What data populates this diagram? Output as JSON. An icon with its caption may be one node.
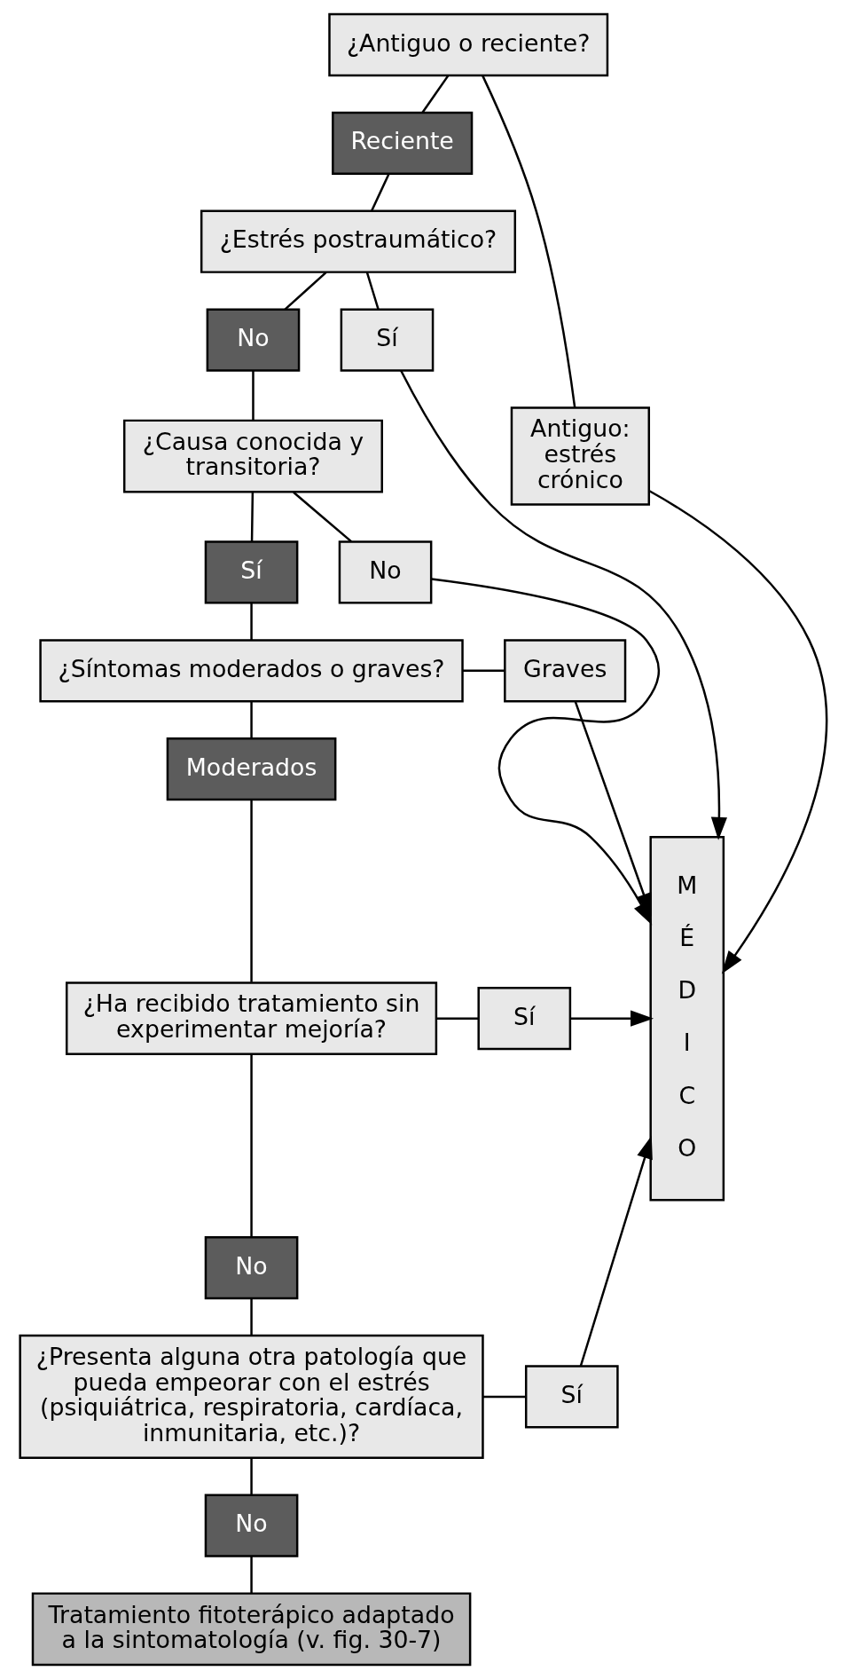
{
  "diagram": {
    "nodes": [
      {
        "text": [
          "¿Antiguo o reciente?"
        ]
      },
      {
        "text": [
          "Reciente"
        ]
      },
      {
        "text": [
          "Antiguo: estrés crónico"
        ]
      },
      {
        "text": [
          "¿Estrés postraumático?"
        ]
      },
      {
        "text": [
          "No"
        ]
      },
      {
        "text": [
          "Sí"
        ]
      },
      {
        "text": [
          "¿Causa conocida y transitoria?"
        ]
      },
      {
        "text": [
          "Sí"
        ]
      },
      {
        "text": [
          "No"
        ]
      },
      {
        "text": [
          "¿Síntomas moderados o graves?"
        ]
      },
      {
        "text": [
          "Graves"
        ]
      },
      {
        "text": [
          "Moderados"
        ]
      },
      {
        "text": [
          "¿Ha recibido tratamiento sin experimentar mejoría?"
        ]
      },
      {
        "text": [
          "Sí"
        ]
      },
      {
        "text": [
          "No"
        ]
      },
      {
        "text": [
          "¿Presenta alguna otra patología que pueda empeorar con el estrés (psiquiátrica, respiratoria, cardíaca, inmunitaria, etc.)?"
        ]
      },
      {
        "text": [
          "Sí"
        ]
      },
      {
        "text": [
          "No"
        ]
      },
      {
        "text": [
          "Tratamiento fitoterápico adaptado a la sintomatología (v. fig. 30-7)"
        ]
      },
      {
        "text": [
          "M É D I C O"
        ]
      }
    ],
    "edges": [
      {
        "from": 0,
        "to": 1,
        "arrow": "none"
      },
      {
        "from": 0,
        "to": 2,
        "arrow": "none"
      },
      {
        "from": 1,
        "to": 3,
        "arrow": "none"
      },
      {
        "from": 2,
        "to": 19,
        "arrow": "to"
      },
      {
        "from": 3,
        "to": 4,
        "arrow": "none"
      },
      {
        "from": 3,
        "to": 5,
        "arrow": "none"
      },
      {
        "from": 4,
        "to": 6,
        "arrow": "none"
      },
      {
        "from": 5,
        "to": 19,
        "arrow": "to"
      },
      {
        "from": 6,
        "to": 7,
        "arrow": "none"
      },
      {
        "from": 6,
        "to": 8,
        "arrow": "none"
      },
      {
        "from": 8,
        "to": 19,
        "arrow": "to"
      },
      {
        "from": 7,
        "to": 9,
        "arrow": "none"
      },
      {
        "from": 9,
        "to": 10,
        "arrow": "none"
      },
      {
        "from": 10,
        "to": 19,
        "arrow": "to"
      },
      {
        "from": 9,
        "to": 11,
        "arrow": "none"
      },
      {
        "from": 11,
        "to": 12,
        "arrow": "none"
      },
      {
        "from": 12,
        "to": 13,
        "arrow": "none"
      },
      {
        "from": 13,
        "to": 19,
        "arrow": "to"
      },
      {
        "from": 12,
        "to": 14,
        "arrow": "none"
      },
      {
        "from": 14,
        "to": 15,
        "arrow": "none"
      },
      {
        "from": 15,
        "to": 16,
        "arrow": "none"
      },
      {
        "from": 16,
        "to": 19,
        "arrow": "to"
      },
      {
        "from": 15,
        "to": 17,
        "arrow": "none"
      },
      {
        "from": 17,
        "to": 18,
        "arrow": "none"
      }
    ]
  }
}
